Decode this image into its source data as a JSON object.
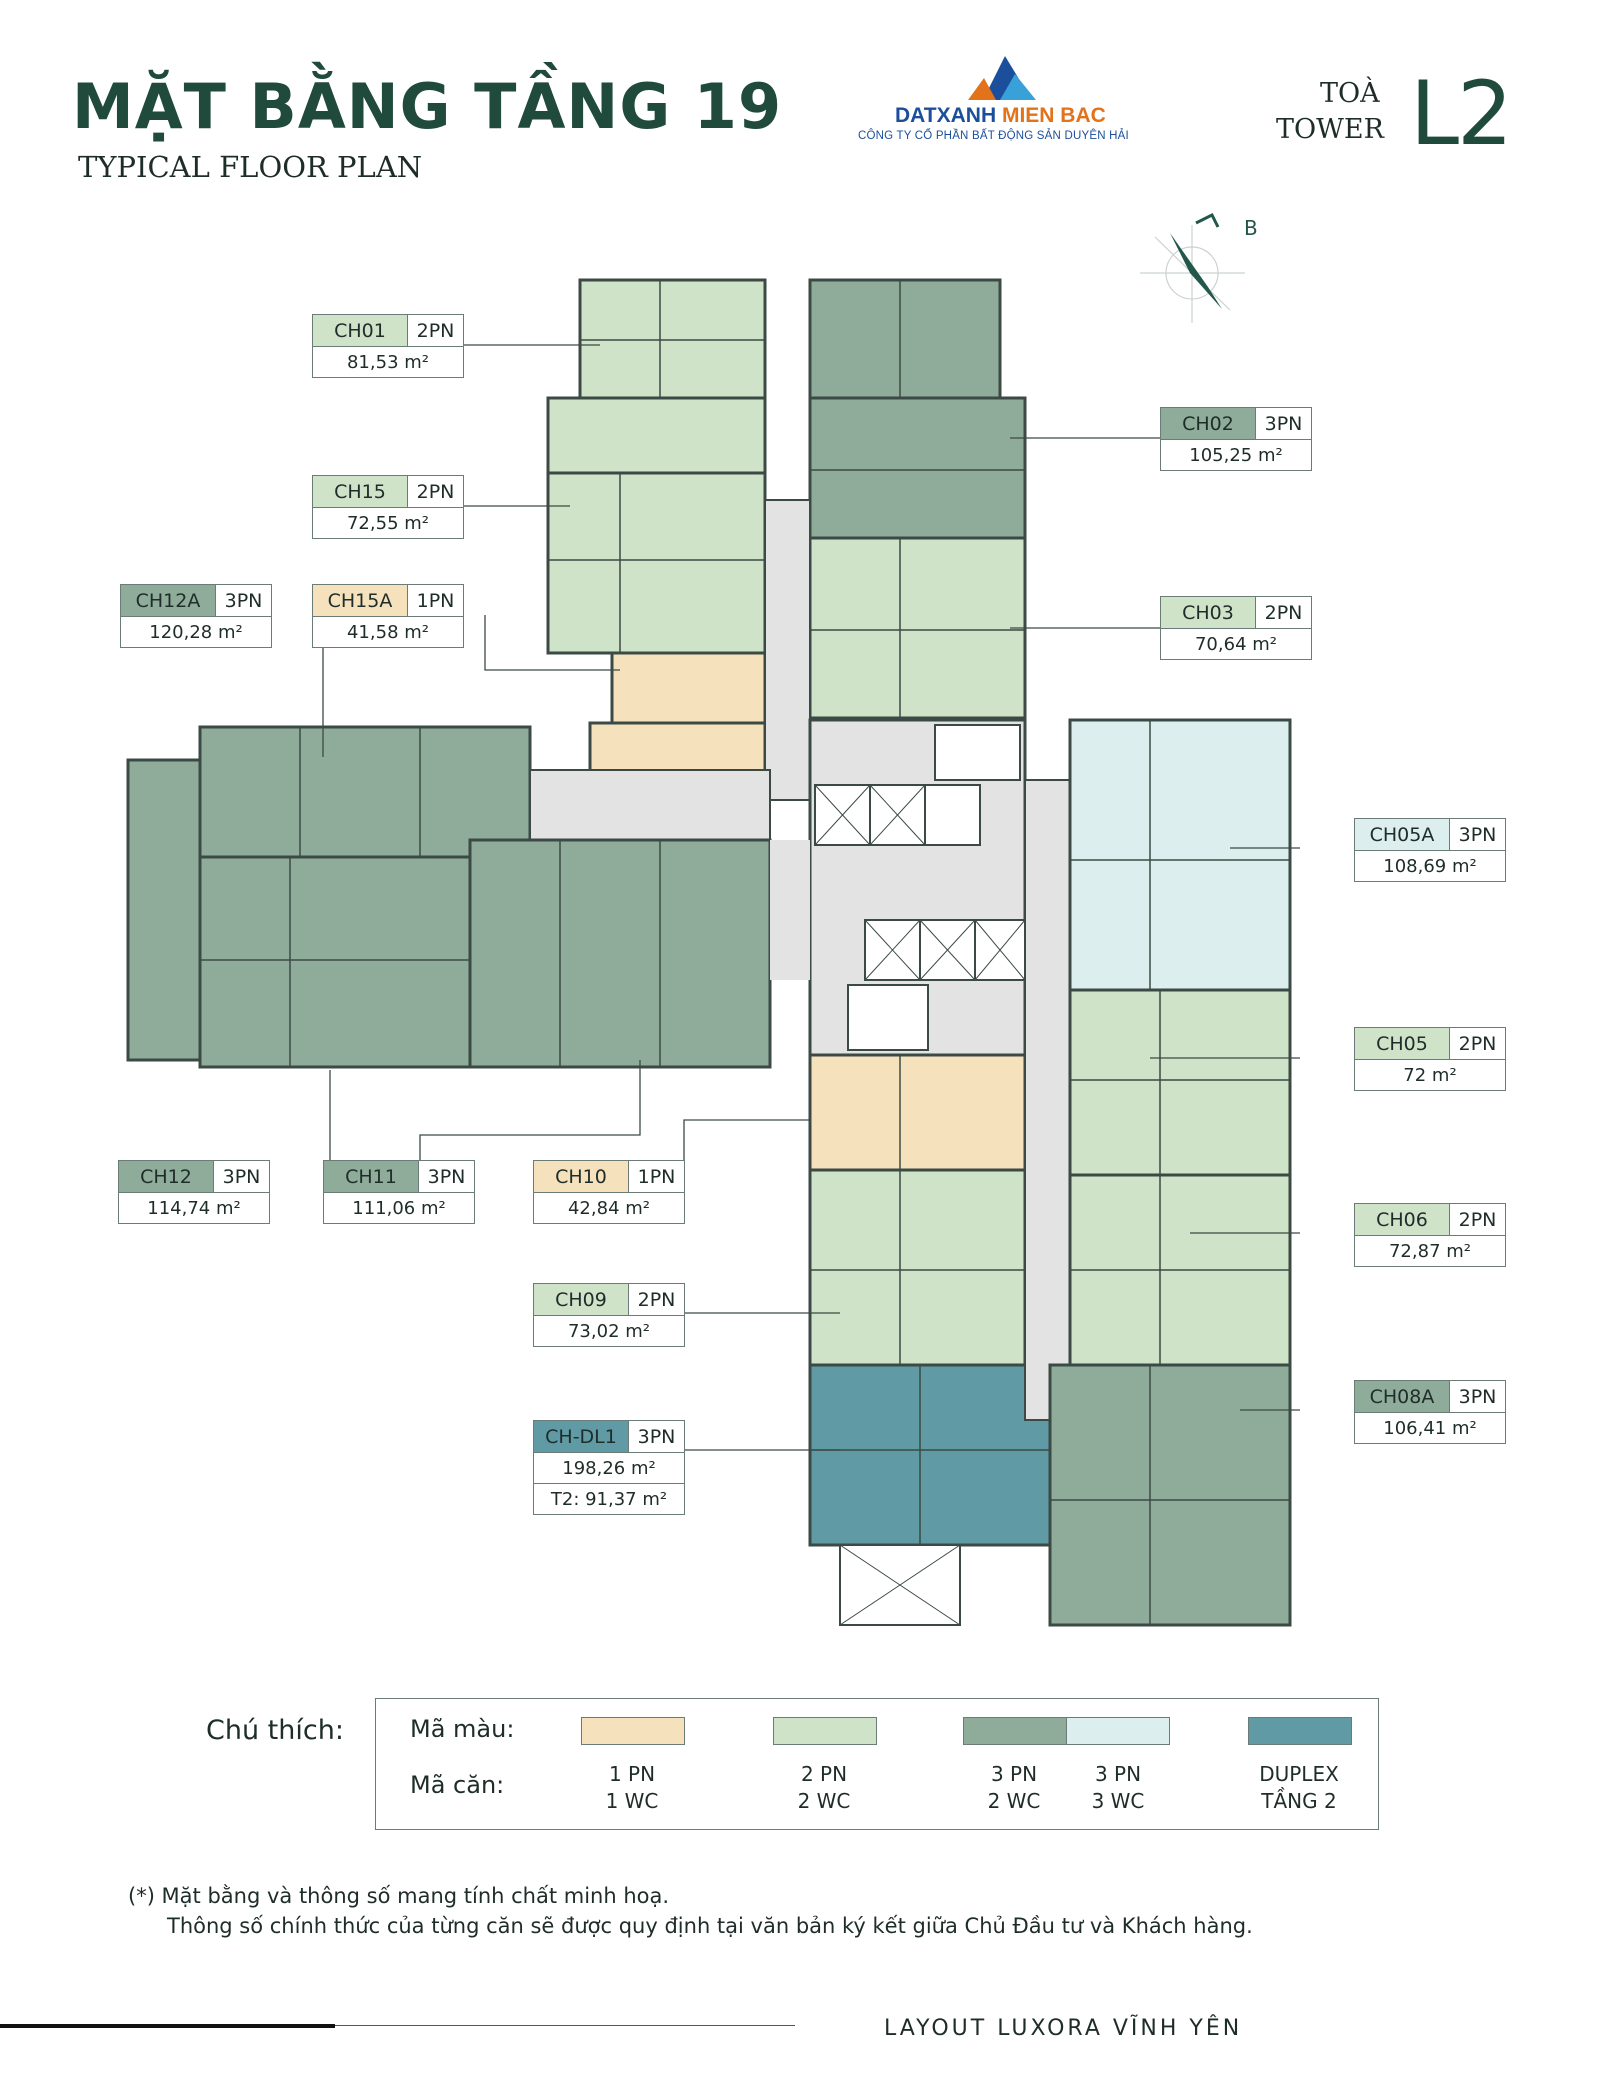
{
  "header": {
    "title_vn": "MẶT BẰNG TẦNG 19",
    "title_en": "TYPICAL FLOOR PLAN",
    "logo_name_a": "DATXANH ",
    "logo_name_b": "MIEN BAC",
    "logo_sub": "CÔNG TY CỔ PHẦN BẤT ĐỘNG SẢN DUYÊN HẢI",
    "toa": "TOÀ",
    "tower": "TOWER",
    "tower_code": "L2"
  },
  "compass": {
    "label": "B",
    "icon": "north-arrow-icon"
  },
  "colors": {
    "1pn_1wc": "#f5e2bd",
    "2pn_2wc": "#cfe3c8",
    "3pn_2wc": "#8fac9a",
    "3pn_3wc": "#dceeed",
    "duplex": "#5f9aa5",
    "title": "#1f4a3c"
  },
  "units": [
    {
      "code": "CH01",
      "rooms": "2PN",
      "area": "81,53 m²"
    },
    {
      "code": "CH02",
      "rooms": "3PN",
      "area": "105,25 m²"
    },
    {
      "code": "CH15",
      "rooms": "2PN",
      "area": "72,55 m²"
    },
    {
      "code": "CH12A",
      "rooms": "3PN",
      "area": "120,28 m²"
    },
    {
      "code": "CH15A",
      "rooms": "1PN",
      "area": "41,58 m²"
    },
    {
      "code": "CH03",
      "rooms": "2PN",
      "area": "70,64 m²"
    },
    {
      "code": "CH05A",
      "rooms": "3PN",
      "area": "108,69 m²"
    },
    {
      "code": "CH05",
      "rooms": "2PN",
      "area": "72 m²"
    },
    {
      "code": "CH12",
      "rooms": "3PN",
      "area": "114,74 m²"
    },
    {
      "code": "CH11",
      "rooms": "3PN",
      "area": "111,06 m²"
    },
    {
      "code": "CH10",
      "rooms": "1PN",
      "area": "42,84 m²"
    },
    {
      "code": "CH06",
      "rooms": "2PN",
      "area": "72,87 m²"
    },
    {
      "code": "CH09",
      "rooms": "2PN",
      "area": "73,02 m²"
    },
    {
      "code": "CH08A",
      "rooms": "3PN",
      "area": "106,41 m²"
    },
    {
      "code": "CH-DL1",
      "rooms": "3PN",
      "area": "198,26 m²",
      "area2": "T2: 91,37 m²"
    }
  ],
  "legend": {
    "title": "Chú thích:",
    "color_label": "Mã màu:",
    "unit_label": "Mã căn:",
    "items": [
      {
        "line1": "1 PN",
        "line2": "1 WC"
      },
      {
        "line1": "2 PN",
        "line2": "2 WC"
      },
      {
        "line1": "3 PN",
        "line2": "2 WC"
      },
      {
        "line1": "3 PN",
        "line2": "3 WC"
      },
      {
        "line1": "DUPLEX",
        "line2": "TẦNG 2"
      }
    ]
  },
  "notes": {
    "line1": "(*) Mặt bằng và thông số mang tính chất minh hoạ.",
    "line2": "Thông số chính thức của từng căn sẽ được quy định tại văn bản ký kết giữa Chủ Đầu tư và Khách hàng."
  },
  "footer": {
    "text": "LAYOUT LUXORA VĨNH YÊN"
  }
}
